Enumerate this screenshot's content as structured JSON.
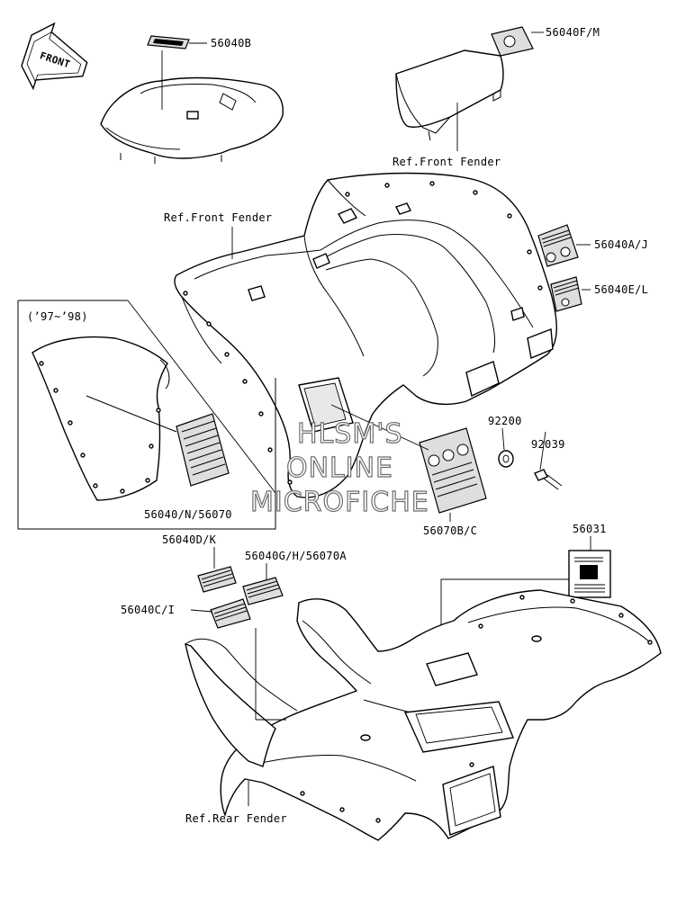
{
  "front_arrow": {
    "text": "FRONT",
    "icon": "front-direction-arrow-icon"
  },
  "labels": {
    "p56040B": "56040B",
    "p56040FM": "56040F/M",
    "ref_front_fender_top": "Ref.Front Fender",
    "ref_front_fender_mid": "Ref.Front Fender",
    "p56040AJ": "56040A/J",
    "p56040EL": "56040E/L",
    "year_range": "(’97~’98)",
    "p92200": "92200",
    "p92039": "92039",
    "p56040N56070": "56040/N/56070",
    "p56070BC": "56070B/C",
    "p56040DK": "56040D/K",
    "p56040GH56070A": "56040G/H/56070A",
    "p56031": "56031",
    "p56040CI": "56040C/I",
    "ref_rear_fender": "Ref.Rear Fender"
  },
  "watermark": [
    "HLSM'S",
    "ONLINE",
    "MICROFICHE"
  ],
  "colors": {
    "line": "#000000",
    "decal_fill": "#dedede",
    "watermark_outline": "#6e6e6e"
  }
}
